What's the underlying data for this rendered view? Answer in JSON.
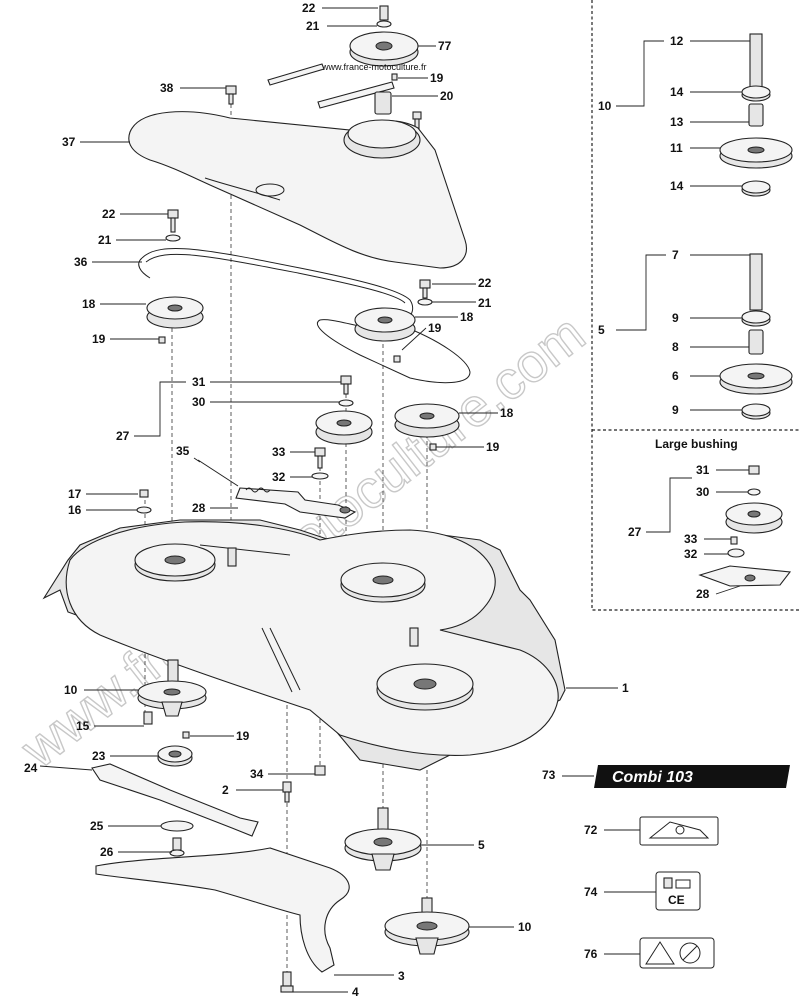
{
  "watermark": {
    "url": "www.france-motoculture.fr",
    "big": "www.france-motoculture.com"
  },
  "insets": {
    "large_bushing": "Large bushing"
  },
  "brand_plate": {
    "text": "Combi 103"
  },
  "decals": {
    "ce": "CE"
  },
  "callouts": [
    "22",
    "21",
    "77",
    "19",
    "20",
    "38",
    "37",
    "22",
    "21",
    "36",
    "18",
    "19",
    "22",
    "21",
    "18",
    "19",
    "31",
    "30",
    "27",
    "18",
    "19",
    "33",
    "32",
    "35",
    "17",
    "16",
    "28",
    "10",
    "15",
    "19",
    "23",
    "24",
    "25",
    "26",
    "2",
    "34",
    "1",
    "5",
    "10",
    "3",
    "4",
    "73",
    "72",
    "74",
    "76",
    "12",
    "14",
    "13",
    "11",
    "14",
    "10",
    "7",
    "9",
    "8",
    "6",
    "9",
    "5",
    "31",
    "30",
    "27",
    "33",
    "32",
    "28"
  ]
}
